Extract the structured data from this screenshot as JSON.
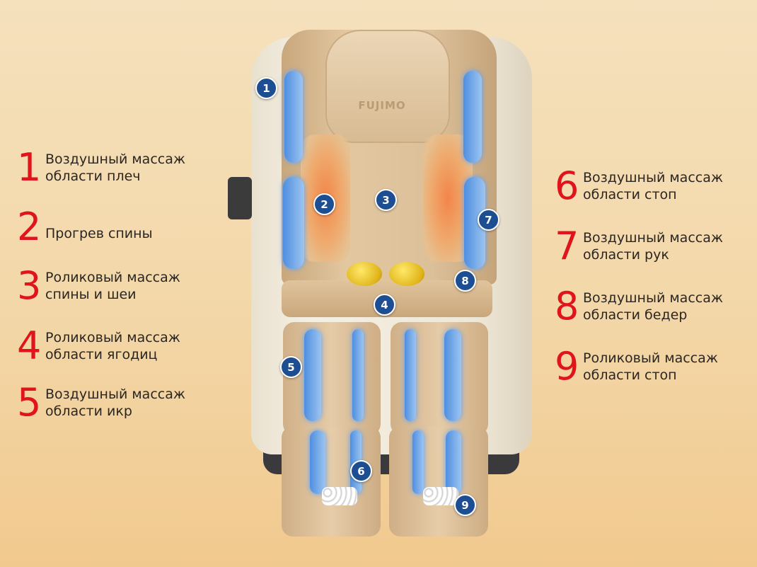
{
  "brand_logo": "FUJIMO",
  "colors": {
    "number": "#e0141b",
    "badge": "#1d4e92",
    "text": "#2b2622"
  },
  "features": [
    {
      "num": "1",
      "line1": "Воздушный массаж",
      "line2": "области плеч"
    },
    {
      "num": "2",
      "line1": "Прогрев спины",
      "line2": ""
    },
    {
      "num": "3",
      "line1": "Роликовый массаж",
      "line2": "спины и шеи"
    },
    {
      "num": "4",
      "line1": "Роликовый массаж",
      "line2": "области ягодиц"
    },
    {
      "num": "5",
      "line1": "Воздушный массаж",
      "line2": "области икр"
    },
    {
      "num": "6",
      "line1": "Воздушный массаж",
      "line2": "области стоп"
    },
    {
      "num": "7",
      "line1": "Воздушный массаж",
      "line2": "области рук"
    },
    {
      "num": "8",
      "line1": "Воздушный массаж",
      "line2": "области бедер"
    },
    {
      "num": "9",
      "line1": "Роликовый массаж",
      "line2": "области стоп"
    }
  ]
}
